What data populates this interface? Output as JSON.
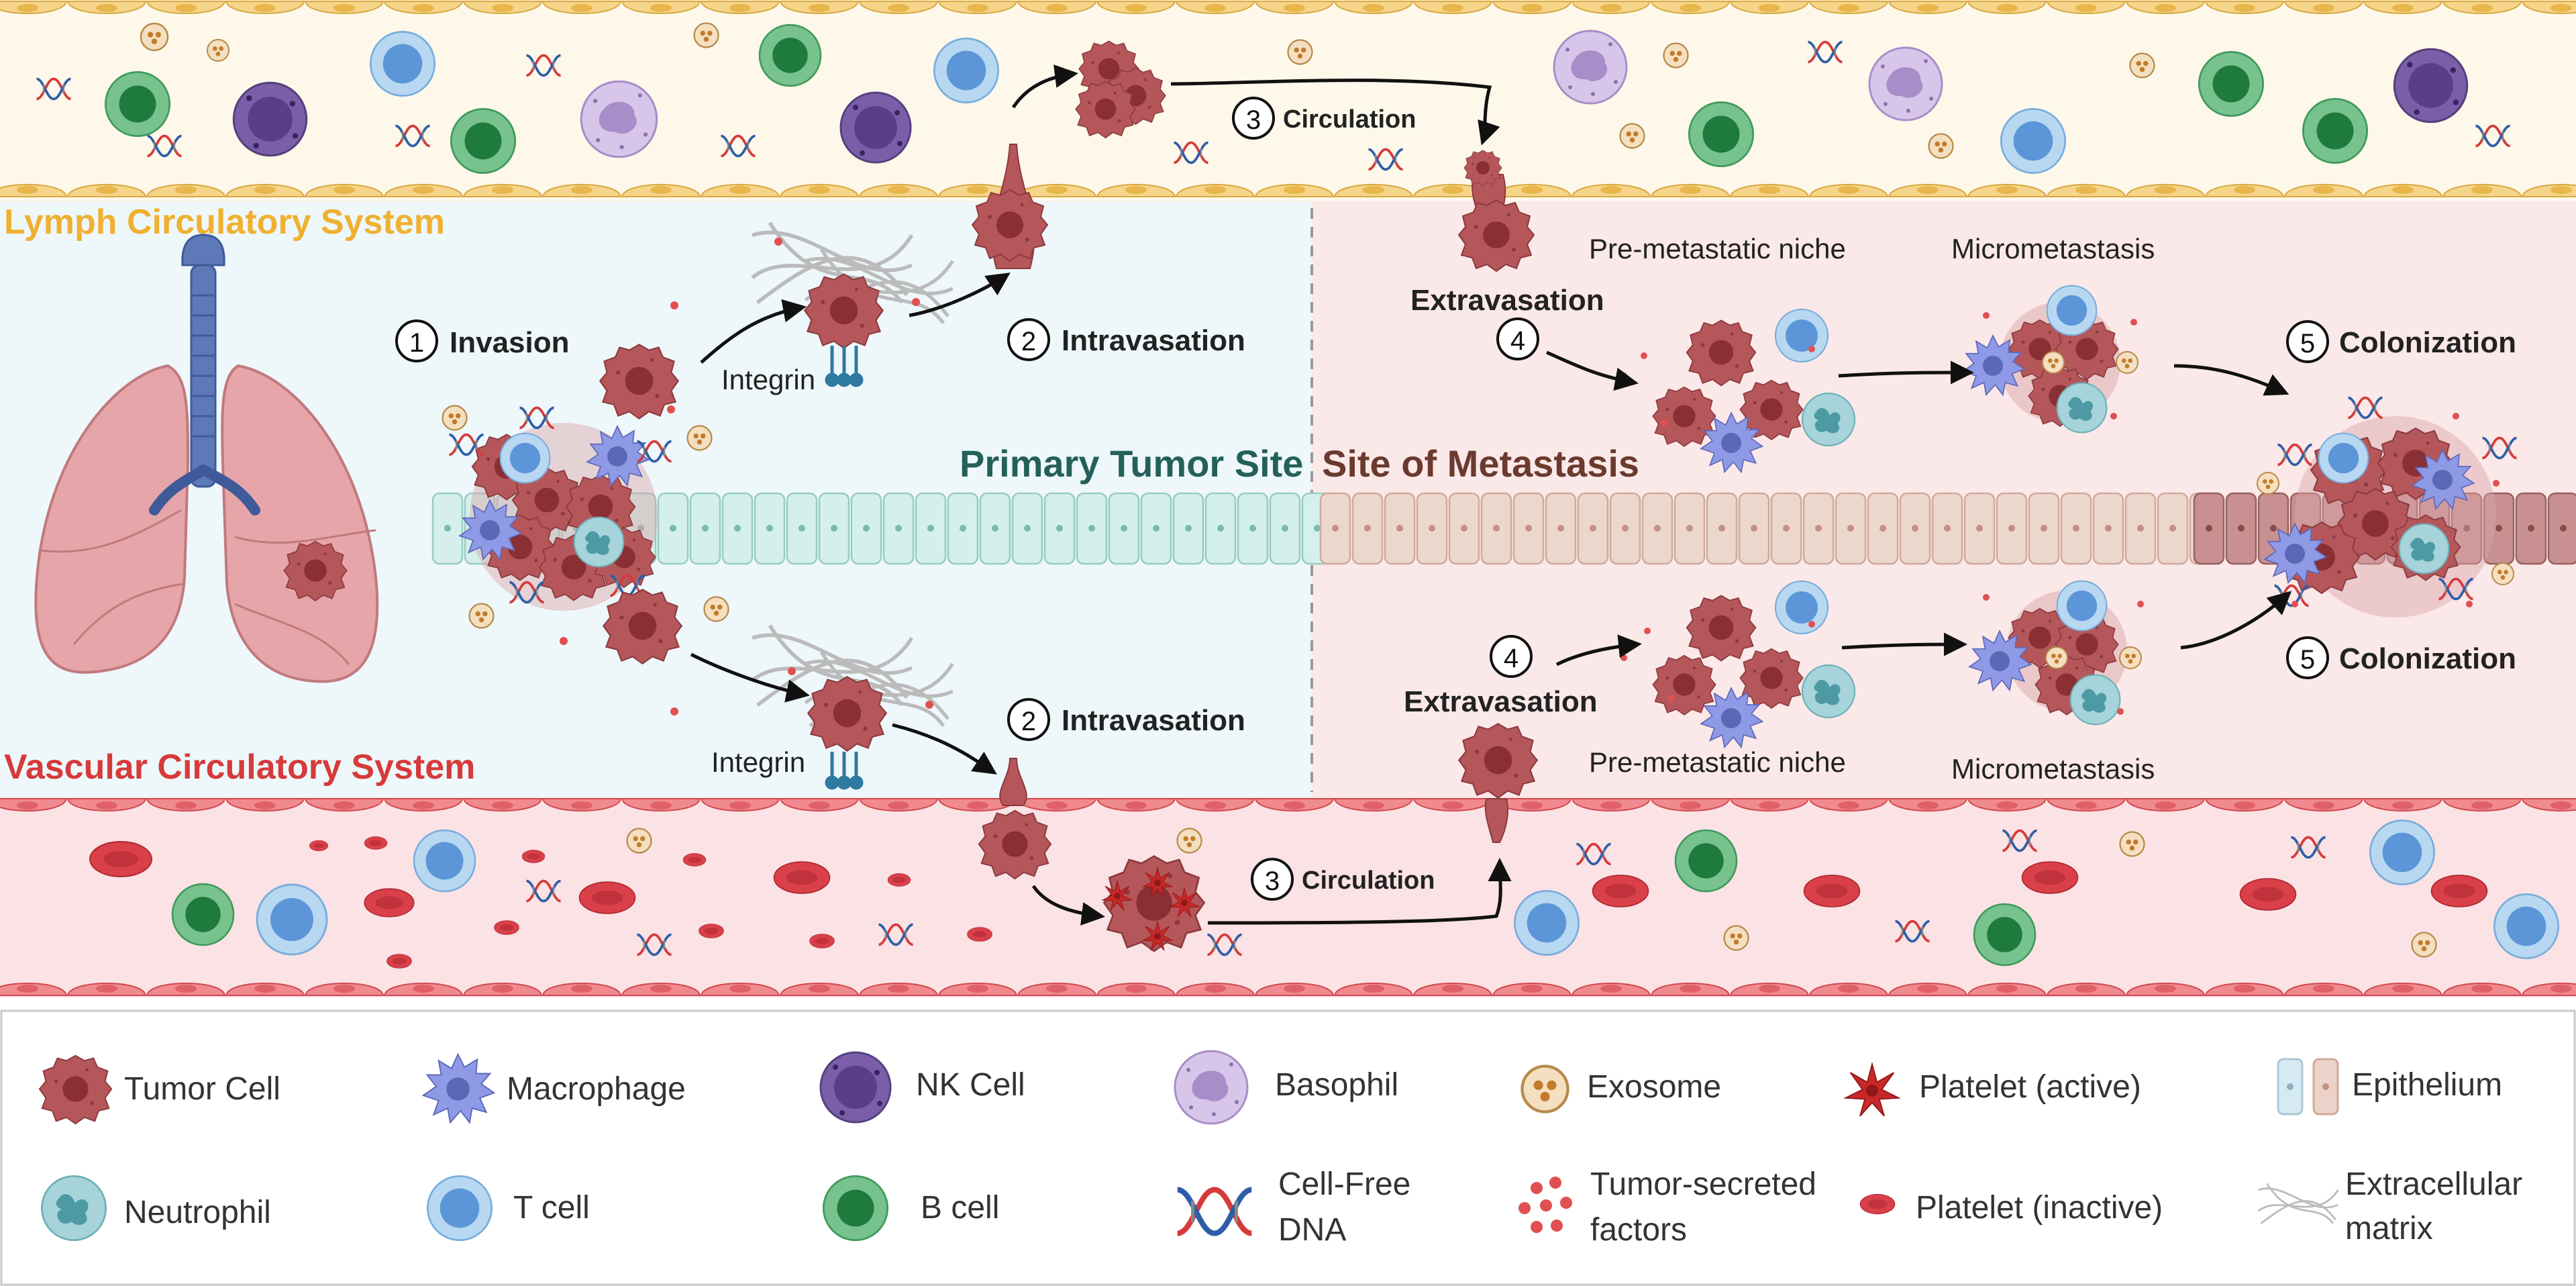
{
  "regions": {
    "lymph_title": "Lymph Circulatory System",
    "vascular_title": "Vascular Circulatory System",
    "primary_title": "Primary Tumor Site",
    "metastasis_title": "Site of Metastasis"
  },
  "steps": {
    "s1_num": "1",
    "s1_label": "Invasion",
    "s2a_num": "2",
    "s2a_label": "Intravasation",
    "s2b_num": "2",
    "s2b_label": "Intravasation",
    "s3a_num": "3",
    "s3a_label": "Circulation",
    "s3b_num": "3",
    "s3b_label": "Circulation",
    "s4a_num": "4",
    "s4a_label": "Extravasation",
    "s4b_num": "4",
    "s4b_label": "Extravasation",
    "s5a_num": "5",
    "s5a_label": "Colonization",
    "s5b_num": "5",
    "s5b_label": "Colonization"
  },
  "labels": {
    "integrin_top": "Integrin",
    "integrin_bottom": "Integrin",
    "premet_top": "Pre-metastatic niche",
    "premet_bottom": "Pre-metastatic niche",
    "micromet_top": "Micrometastasis",
    "micromet_bottom": "Micrometastasis"
  },
  "legend": [
    {
      "name": "Tumor Cell",
      "icon": "tumor-cell-icon"
    },
    {
      "name": "Macrophage",
      "icon": "macrophage-icon"
    },
    {
      "name": "NK Cell",
      "icon": "nk-cell-icon"
    },
    {
      "name": "Basophil",
      "icon": "basophil-icon"
    },
    {
      "name": "Exosome",
      "icon": "exosome-icon"
    },
    {
      "name": "Platelet (active)",
      "icon": "platelet-active-icon"
    },
    {
      "name": "Epithelium",
      "icon": "epithelium-icon"
    },
    {
      "name": "Neutrophil",
      "icon": "neutrophil-icon"
    },
    {
      "name": "T cell",
      "icon": "t-cell-icon"
    },
    {
      "name": "B cell",
      "icon": "b-cell-icon"
    },
    {
      "name": "Cell-Free DNA",
      "line1": "Cell-Free",
      "line2": "DNA",
      "icon": "dna-icon"
    },
    {
      "name": "Tumor-secreted factors",
      "line1": "Tumor-secreted",
      "line2": "factors",
      "icon": "tumor-factors-icon"
    },
    {
      "name": "Platelet (inactive)",
      "icon": "platelet-inactive-icon"
    },
    {
      "name": "Extracellular matrix",
      "line1": "Extracellular",
      "line2": "matrix",
      "icon": "ecm-icon"
    }
  ],
  "colors": {
    "lymph_title": "#f0b030",
    "vascular_title": "#d63a3a",
    "primary_title": "#24605a",
    "metastasis_title": "#6a3a2e",
    "tumor": "#b5575a",
    "macrophage": "#8f9ae6",
    "nk": "#7a5fa8",
    "basophil": "#c6b0dc",
    "neutrophil": "#a6d4da",
    "tcell": "#8ec0ea",
    "bcell": "#4faa68",
    "rbc": "#d9404a"
  }
}
